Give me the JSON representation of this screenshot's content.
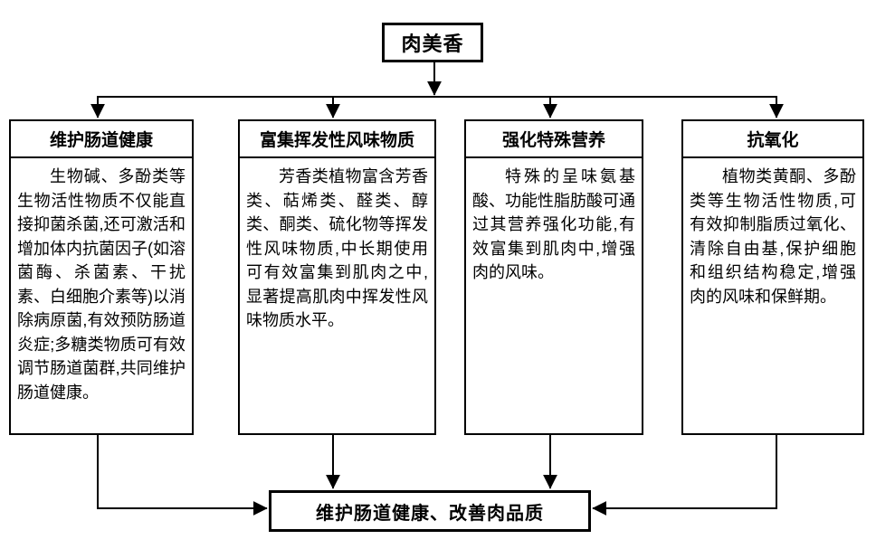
{
  "diagram": {
    "root": {
      "label": "肉美香"
    },
    "columns": [
      {
        "title": "维护肠道健康",
        "body": "生物碱、多酚类等生物活性物质不仅能直接抑菌杀菌,还可激活和增加体内抗菌因子(如溶菌酶、杀菌素、干扰素、白细胞介素等)以消除病原菌,有效预防肠道炎症;多糖类物质可有效调节肠道菌群,共同维护肠道健康。"
      },
      {
        "title": "富集挥发性风味物质",
        "body": "芳香类植物富含芳香类、萜烯类、醛类、醇类、酮类、硫化物等挥发性风味物质,中长期使用可有效富集到肌肉之中,显著提高肌肉中挥发性风味物质水平。"
      },
      {
        "title": "强化特殊营养",
        "body": "特殊的呈味氨基酸、功能性脂肪酸可通过其营养强化功能,有效富集到肌肉中,增强肉的风味。"
      },
      {
        "title": "抗氧化",
        "body": "植物类黄酮、多酚类等生物活性物质,可有效抑制脂质过氧化、清除自由基,保护细胞和组织结构稳定,增强肉的风味和保鲜期。"
      }
    ],
    "outcome": {
      "label": "维护肠道健康、改善肉品质"
    },
    "colors": {
      "line": "#000000",
      "border": "#000000",
      "text": "#000000",
      "background": "#ffffff"
    }
  }
}
